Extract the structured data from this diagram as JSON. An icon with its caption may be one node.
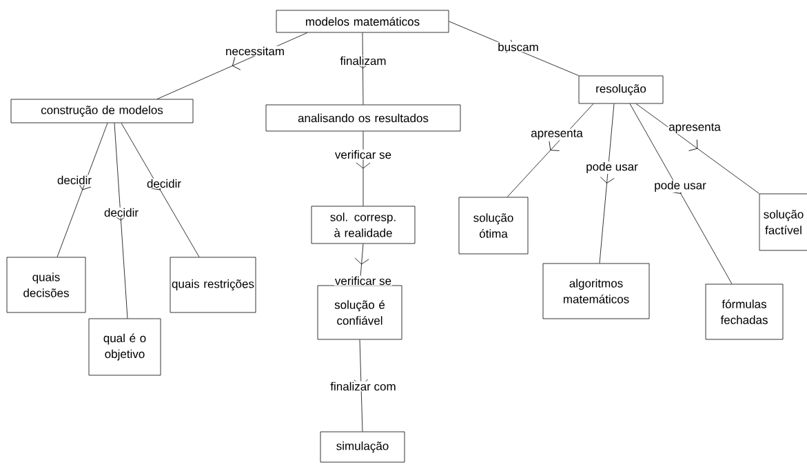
{
  "diagram": {
    "nodes": [
      {
        "text": [
          "modelos matemáticos"
        ]
      },
      {
        "text": [
          "construção de modelos"
        ]
      },
      {
        "text": [
          "analisando os resultados"
        ]
      },
      {
        "text": [
          "resolução"
        ]
      },
      {
        "text": [
          "quais decisões"
        ]
      },
      {
        "text": [
          "qual é o objetivo"
        ]
      },
      {
        "text": [
          "quais restrições"
        ]
      },
      {
        "text": [
          "sol. corresp. à realidade"
        ]
      },
      {
        "text": [
          "solução é confiável"
        ]
      },
      {
        "text": [
          "simulação"
        ]
      },
      {
        "text": [
          "solução ótima"
        ]
      },
      {
        "text": [
          "algoritmos matemáticos"
        ]
      },
      {
        "text": [
          "fórmulas fechadas"
        ]
      },
      {
        "text": [
          "solução factível"
        ]
      }
    ],
    "edges": [
      {
        "from": 0,
        "to": 1,
        "arrow": "to",
        "label": "necessitam"
      },
      {
        "from": 0,
        "to": 2,
        "arrow": "to",
        "label": "finalizam"
      },
      {
        "from": 0,
        "to": 3,
        "arrow": "to",
        "label": "buscam"
      },
      {
        "from": 1,
        "to": 4,
        "arrow": "to",
        "label": "decidir"
      },
      {
        "from": 1,
        "to": 5,
        "arrow": "to",
        "label": "decidir"
      },
      {
        "from": 1,
        "to": 6,
        "arrow": "to",
        "label": "decidir"
      },
      {
        "from": 2,
        "to": 7,
        "arrow": "to",
        "label": "verificar se"
      },
      {
        "from": 7,
        "to": 8,
        "arrow": "to",
        "label": "verificar se"
      },
      {
        "from": 8,
        "to": 9,
        "arrow": "to",
        "label": "finalizar com"
      },
      {
        "from": 3,
        "to": 10,
        "arrow": "to",
        "label": "apresenta"
      },
      {
        "from": 3,
        "to": 11,
        "arrow": "to",
        "label": "pode usar"
      },
      {
        "from": 3,
        "to": 12,
        "arrow": "to",
        "label": "pode usar"
      },
      {
        "from": 3,
        "to": 13,
        "arrow": "to",
        "label": "apresenta"
      }
    ]
  }
}
